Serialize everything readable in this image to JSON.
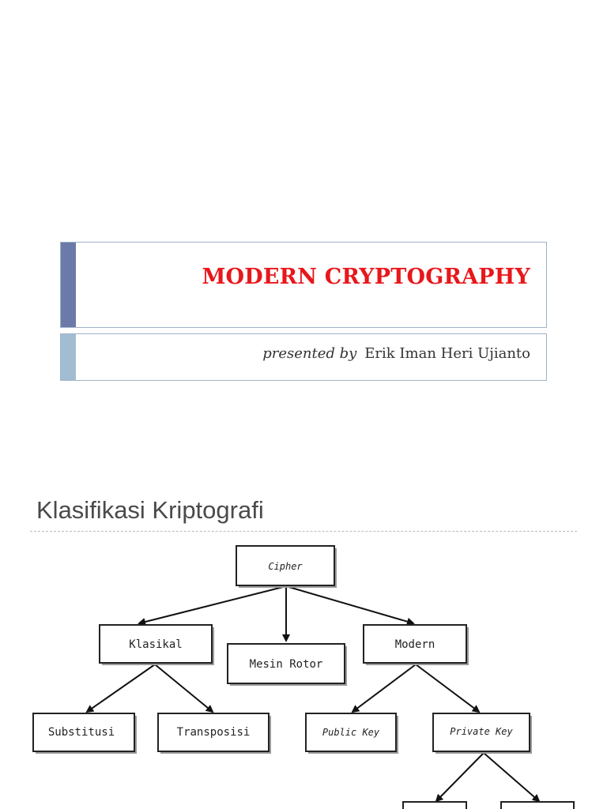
{
  "slide1": {
    "title": "MODERN CRYPTOGRAPHY",
    "subtitle_prefix": "presented by",
    "presenter": "Erik Iman Heri Ujianto",
    "accent_title_bar": "#6b7aa8",
    "accent_sub_bar": "#a2bcd2",
    "title_color": "#e8171b"
  },
  "slide2": {
    "heading": "Klasifikasi Kriptografi",
    "diagram": {
      "nodes": {
        "cipher": "Cipher",
        "klasikal": "Klasikal",
        "mesin_rotor": "Mesin Rotor",
        "modern": "Modern",
        "substitusi": "Substitusi",
        "transposisi": "Transposisi",
        "public_key": "Public Key",
        "private_key": "Private Key"
      }
    }
  }
}
